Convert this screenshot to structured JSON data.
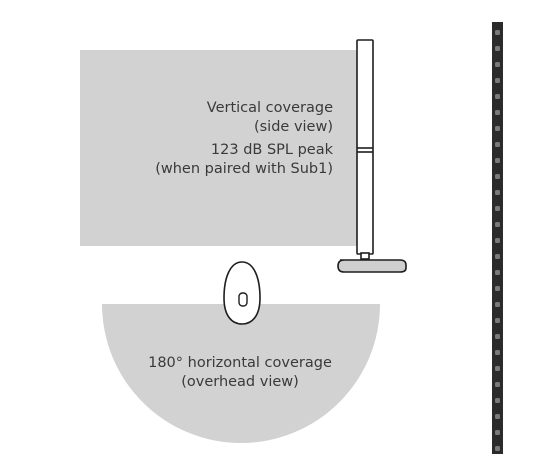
{
  "colors": {
    "coverage_fill": "#d2d2d2",
    "outline": "#1e1e1e",
    "text": "#3a3a3a",
    "column_strip": "#2b2b2b"
  },
  "icons": [
    "speaker-column-side-icon",
    "speaker-top-view-icon",
    "speaker-array-strip-icon"
  ],
  "vertical_coverage": {
    "line1": "Vertical coverage",
    "line2": "(side view)",
    "line3": "123 dB SPL peak",
    "line4": "(when paired with Sub1)"
  },
  "horizontal_coverage": {
    "line1": "180° horizontal coverage",
    "line2": "(overhead view)"
  }
}
